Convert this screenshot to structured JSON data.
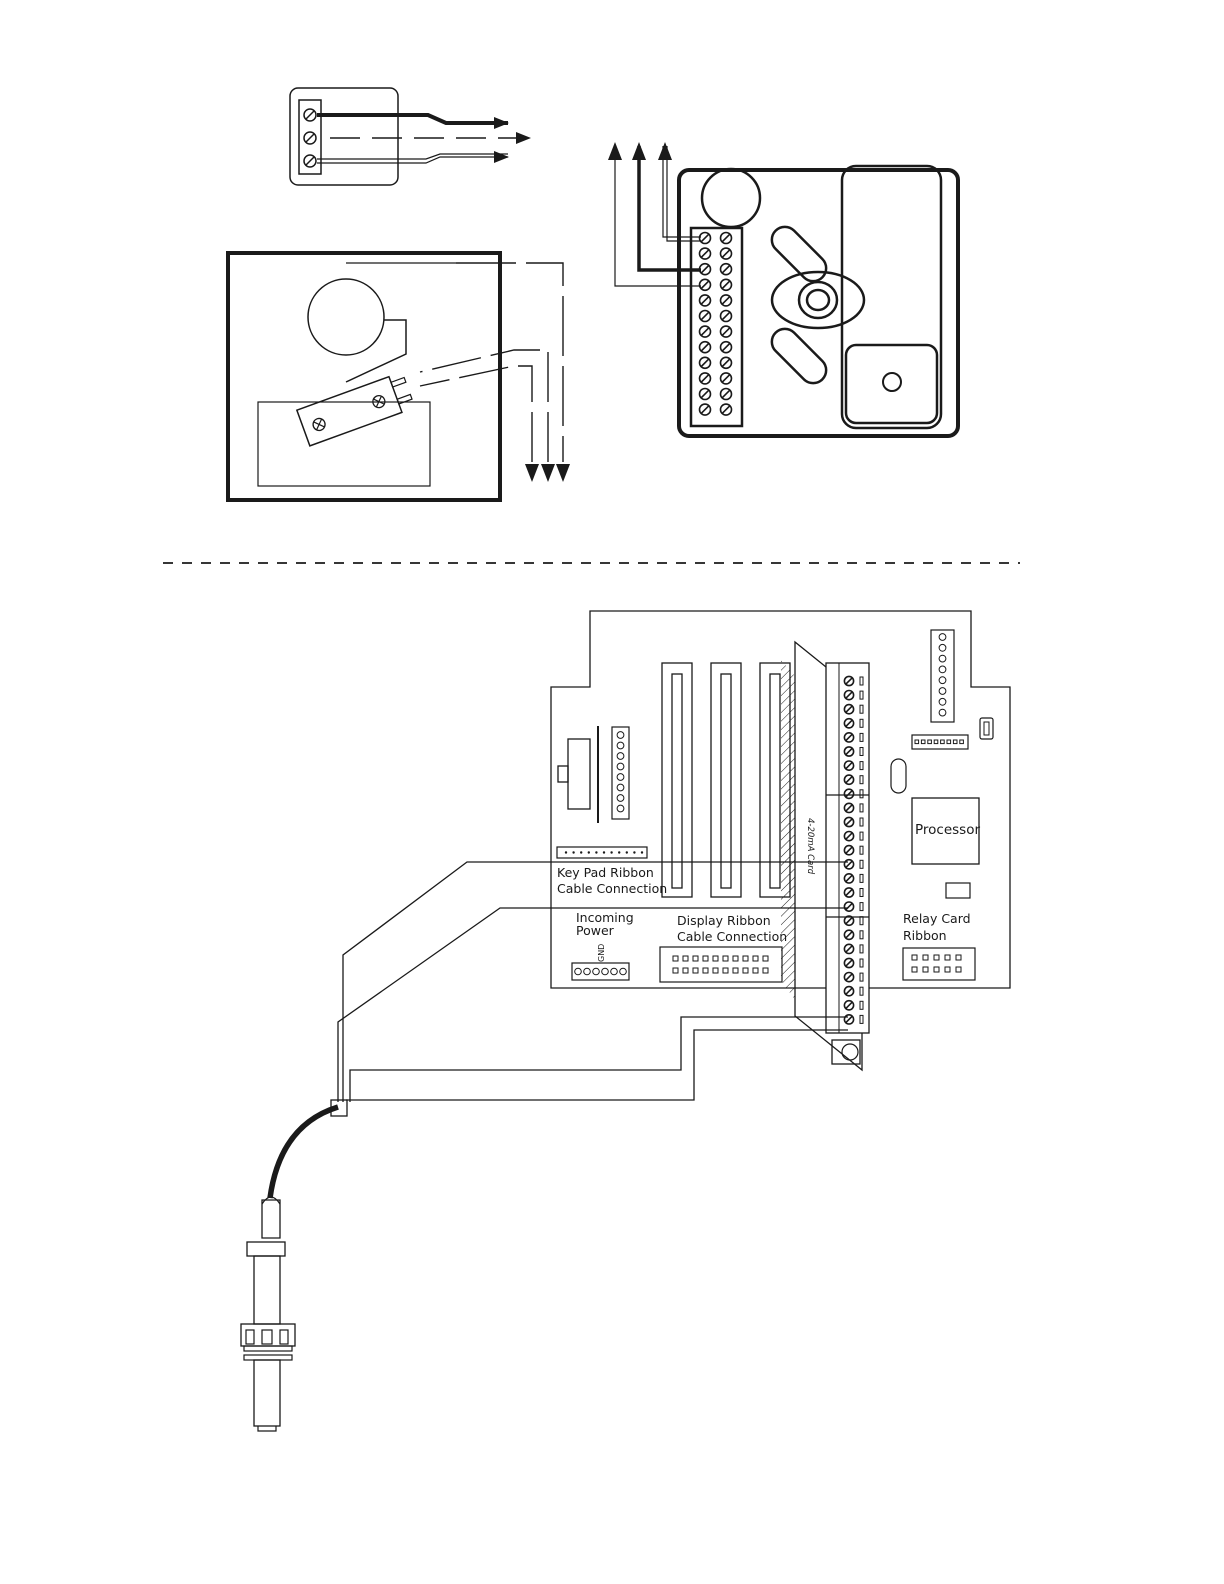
{
  "labels": {
    "keypad_line1": "Key Pad Ribbon",
    "keypad_line2": "Cable Connection",
    "power_line1": "Incoming",
    "power_line2": "Power",
    "gnd": "GND",
    "display_line1": "Display Ribbon",
    "display_line2": "Cable Connection",
    "relay_line1": "Relay Card",
    "relay_line2": "Ribbon",
    "processor": "Processor",
    "card": "4-20mA Card"
  },
  "colors": {
    "line": "#1a1a1a",
    "background": "#ffffff"
  }
}
